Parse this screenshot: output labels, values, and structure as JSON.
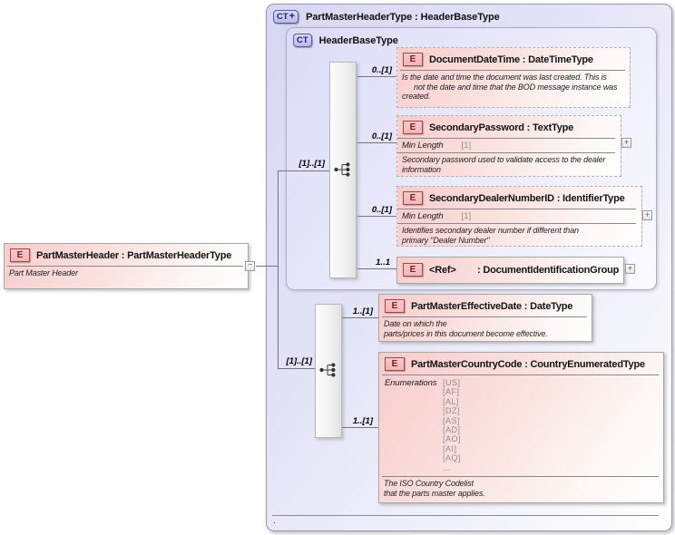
{
  "icons": {
    "element_badge": "E",
    "complex_type_badge": "CT",
    "plus_badge": "+",
    "collapse_button": "−",
    "expand_button": "+"
  },
  "colors": {
    "element_fill": "#f8cccc",
    "complex_type_fill": "#dcdcf8",
    "element_badge_border": "#9a4747",
    "type_badge_border": "#5b5b9e",
    "connector_line": "#767676",
    "facet_value_text": "#8d8d8d"
  },
  "root_element": {
    "title": "PartMasterHeader : PartMasterHeaderType",
    "annotation": "Part Master Header"
  },
  "outer_box": {
    "title": "PartMasterHeaderType : HeaderBaseType",
    "footer_text": "."
  },
  "inner_box": {
    "title": "HeaderBaseType"
  },
  "upper_group": {
    "cardinality": "[1]..[1]",
    "elements": [
      {
        "cardinality": "0..[1]",
        "title": "DocumentDateTime : DateTimeType",
        "annotation_lines": [
          "Is the date and time the document was last created. This is",
          "not the date and time that the BOD message instance was",
          "created."
        ]
      },
      {
        "cardinality": "0..[1]",
        "title": "SecondaryPassword : TextType",
        "facet_label": "Min Length",
        "facet_value": "[1]",
        "annotation_lines": [
          "Secondary password used to validate access to the dealer",
          "information"
        ]
      },
      {
        "cardinality": "0..[1]",
        "title": "SecondaryDealerNumberID : IdentifierType",
        "facet_label": "Min Length",
        "facet_value": "[1]",
        "annotation_lines": [
          "Identifies secondary dealer number if different than",
          "primary \"Dealer Number\""
        ]
      },
      {
        "cardinality": "1..1",
        "name": "<Ref>",
        "type_suffix": ": DocumentIdentificationGroup"
      }
    ]
  },
  "lower_group": {
    "cardinality": "[1]..[1]",
    "elements": [
      {
        "cardinality": "1..[1]",
        "title": "PartMasterEffectiveDate : DateType",
        "annotation_lines": [
          "Date on which the",
          "parts/prices in this document become effective."
        ]
      },
      {
        "cardinality": "1..[1]",
        "title": "PartMasterCountryCode : CountryEnumeratedType",
        "facet_label": "Enumerations",
        "enumerations": [
          "[US]",
          "[AF]",
          "[AL]",
          "[DZ]",
          "[AS]",
          "[AD]",
          "[AO]",
          "[AI]",
          "[AQ]",
          "..."
        ],
        "annotation_lines": [
          "The ISO Country Codelist",
          "that the parts master applies."
        ]
      }
    ]
  }
}
